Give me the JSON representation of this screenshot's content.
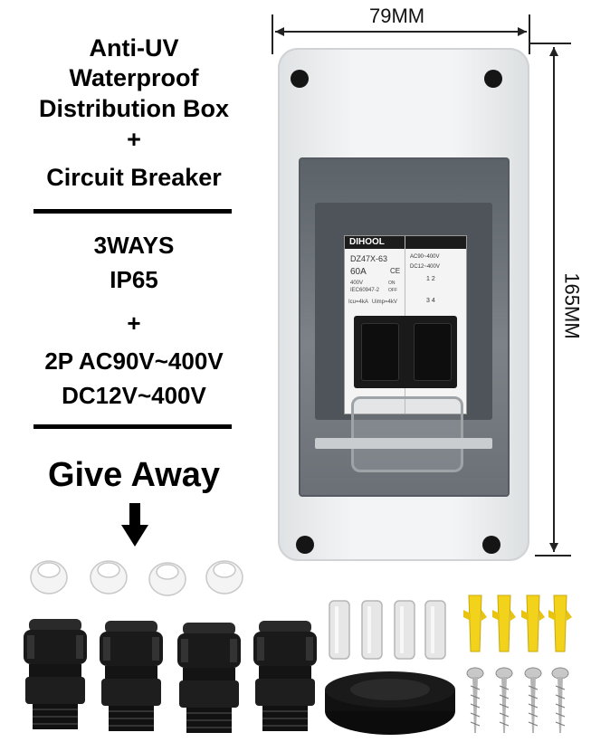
{
  "headline": {
    "line1": "Anti-UV",
    "line2": "Waterproof",
    "line3": "Distribution Box",
    "plus1": "+",
    "line4": "Circuit Breaker"
  },
  "specs": {
    "ways": "3WAYS",
    "ip": "IP65",
    "plus2": "+",
    "voltage_ac": "2P AC90V~400V",
    "voltage_dc": "DC12V~400V"
  },
  "giveaway": {
    "label": "Give Away"
  },
  "dimensions": {
    "width": "79MM",
    "height": "165MM"
  },
  "breaker": {
    "brand": "DIHOOL",
    "model": "DZ47X-63",
    "current": "60A",
    "ce": "CE",
    "rated_v": "400V",
    "on": "ON",
    "off": "OFF",
    "standard": "IEC60947-2",
    "icu": "Icu=4kA",
    "uimp": "Uimp=4kV",
    "range_ac": "AC90~400V",
    "range_dc": "DC12~400V",
    "terminals_top": "1 2",
    "terminals_bottom": "3 4"
  },
  "colors": {
    "box_body": "#eceeef",
    "window": "#6b7278",
    "breaker": "#f2f2f2",
    "gland": "#1a1a1a",
    "anchor": "#f2d21a",
    "tape": "#111111"
  }
}
